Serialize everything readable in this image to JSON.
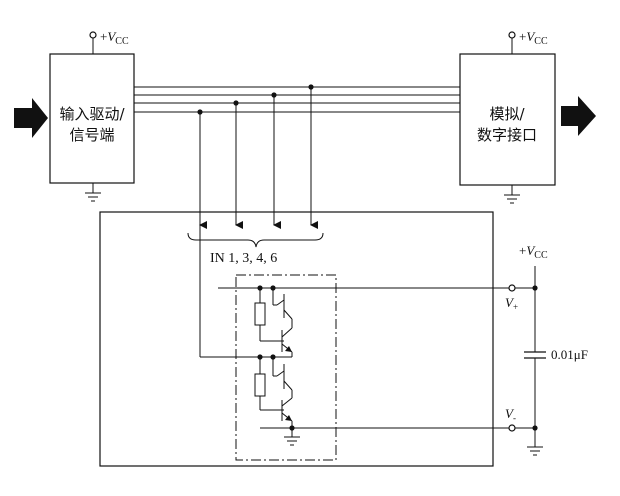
{
  "left_block": {
    "line1": "输入驱动/",
    "line2": "信号端"
  },
  "right_block": {
    "line1": "模拟/",
    "line2": "数字接口"
  },
  "vcc_left": {
    "sign": "+",
    "v": "V",
    "sub": "CC"
  },
  "vcc_right": {
    "sign": "+",
    "v": "V",
    "sub": "CC"
  },
  "vcc_cap": {
    "sign": "+",
    "v": "V",
    "sub": "CC"
  },
  "in_label": "IN 1, 3, 4, 6",
  "v_plus": {
    "v": "V",
    "sub": "+"
  },
  "v_minus": {
    "v": "V",
    "sub": "-"
  },
  "cap_value": "0.01μF",
  "colors": {
    "ink": "#111111",
    "background": "#ffffff"
  }
}
